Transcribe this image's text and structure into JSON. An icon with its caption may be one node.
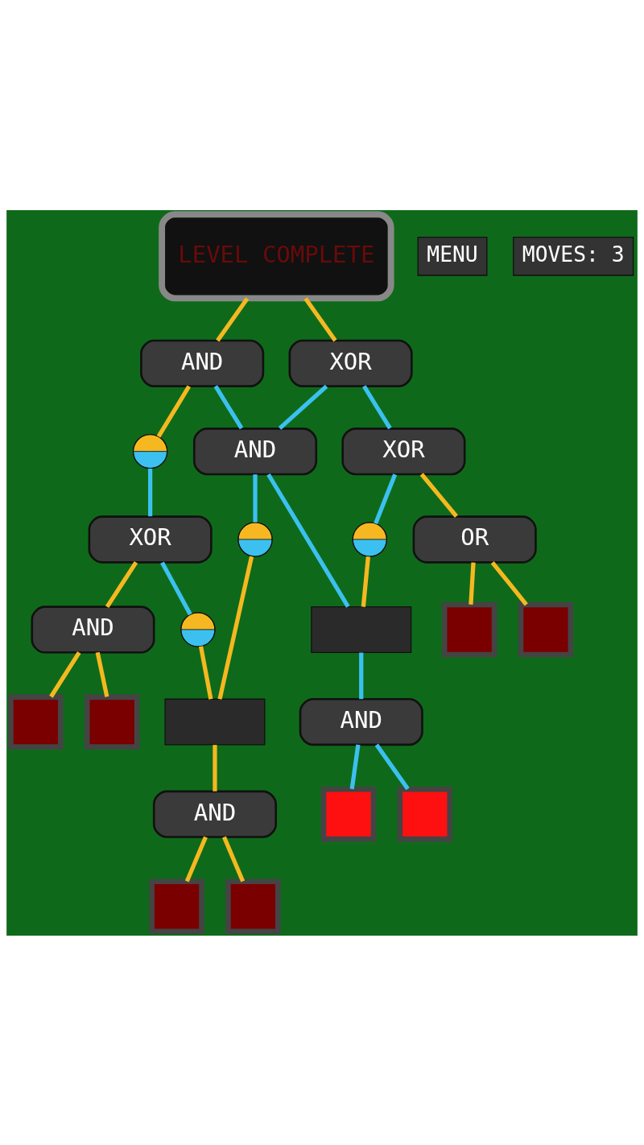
{
  "diagram": {
    "nodes": [
      {
        "text": [
          "LEVEL COMPLETE"
        ]
      },
      {
        "text": [
          "XOR"
        ]
      },
      {
        "text": [
          "AND"
        ]
      },
      {
        "text": [],
        "shape": "circle"
      },
      {
        "text": [
          "XOR"
        ]
      },
      {
        "text": [
          "AND"
        ]
      },
      {
        "text": [
          "XOR"
        ]
      },
      {
        "text": [],
        "shape": "circle"
      },
      {
        "text": [],
        "shape": "circle"
      },
      {
        "text": [],
        "shape": "circle"
      },
      {
        "text": [],
        "shape": "box"
      },
      {
        "text": [],
        "shape": "box"
      },
      {
        "text": [
          "OR"
        ]
      },
      {
        "text": [
          "AND"
        ]
      },
      {
        "text": [
          "AND"
        ]
      },
      {
        "text": [
          "AND"
        ]
      },
      {
        "text": [],
        "shape": "box"
      },
      {
        "text": [],
        "shape": "box"
      },
      {
        "text": [],
        "shape": "box"
      },
      {
        "text": [],
        "shape": "box"
      },
      {
        "text": [],
        "shape": "box"
      },
      {
        "text": [],
        "shape": "box"
      },
      {
        "text": [],
        "shape": "box"
      },
      {
        "text": [],
        "shape": "box"
      }
    ],
    "edges": [
      {
        "from": 1,
        "to": 0,
        "arrow": "none"
      },
      {
        "from": 2,
        "to": 0,
        "arrow": "none"
      },
      {
        "from": 4,
        "to": 1,
        "arrow": "none",
        "color": "#3cc0f0"
      },
      {
        "from": 5,
        "to": 1,
        "arrow": "none",
        "color": "#3cc0f0"
      },
      {
        "from": 5,
        "to": 2,
        "arrow": "none",
        "color": "#3cc0f0"
      },
      {
        "from": 3,
        "to": 2,
        "arrow": "none"
      },
      {
        "from": 6,
        "to": 3,
        "arrow": "none",
        "color": "#3cc0f0"
      },
      {
        "from": 12,
        "to": 4,
        "arrow": "none"
      },
      {
        "from": 7,
        "to": 4,
        "arrow": "none",
        "color": "#3cc0f0"
      },
      {
        "from": 10,
        "to": 7,
        "arrow": "none"
      },
      {
        "from": 10,
        "to": 5,
        "arrow": "none",
        "color": "#3cc0f0"
      },
      {
        "from": 8,
        "to": 5,
        "arrow": "none",
        "color": "#3cc0f0"
      },
      {
        "from": 11,
        "to": 8,
        "arrow": "none"
      },
      {
        "from": 9,
        "to": 6,
        "arrow": "none",
        "color": "#3cc0f0"
      },
      {
        "from": 11,
        "to": 9,
        "arrow": "none"
      },
      {
        "from": 15,
        "to": 6,
        "arrow": "none"
      },
      {
        "from": 13,
        "to": 10,
        "arrow": "none",
        "color": "#3cc0f0"
      },
      {
        "from": 14,
        "to": 11,
        "arrow": "none"
      },
      {
        "from": 16,
        "to": 12,
        "arrow": "none"
      },
      {
        "from": 17,
        "to": 12,
        "arrow": "none"
      },
      {
        "from": 18,
        "to": 13,
        "arrow": "none",
        "color": "#3cc0f0"
      },
      {
        "from": 19,
        "to": 13,
        "arrow": "none",
        "color": "#3cc0f0"
      },
      {
        "from": 20,
        "to": 14,
        "arrow": "none"
      },
      {
        "from": 21,
        "to": 14,
        "arrow": "none"
      },
      {
        "from": 22,
        "to": 15,
        "arrow": "none"
      },
      {
        "from": 23,
        "to": 15,
        "arrow": "none"
      }
    ],
    "labels": [
      "MENU",
      "MOVES: 3"
    ]
  }
}
